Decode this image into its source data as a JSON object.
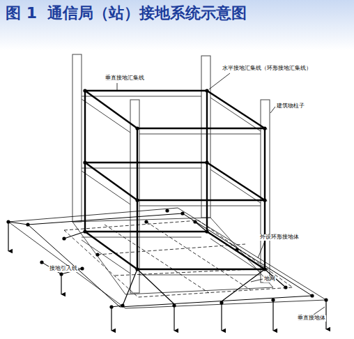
{
  "diagram": {
    "title": "图 1  通信局（站）接地系统示意图",
    "labels": [
      "垂直接地汇集线",
      "水平接地汇集线（环形接地汇集线）",
      "建筑物柱子",
      "外设环形接地体",
      "地网",
      "接地引入线",
      "垂直接地体"
    ]
  }
}
